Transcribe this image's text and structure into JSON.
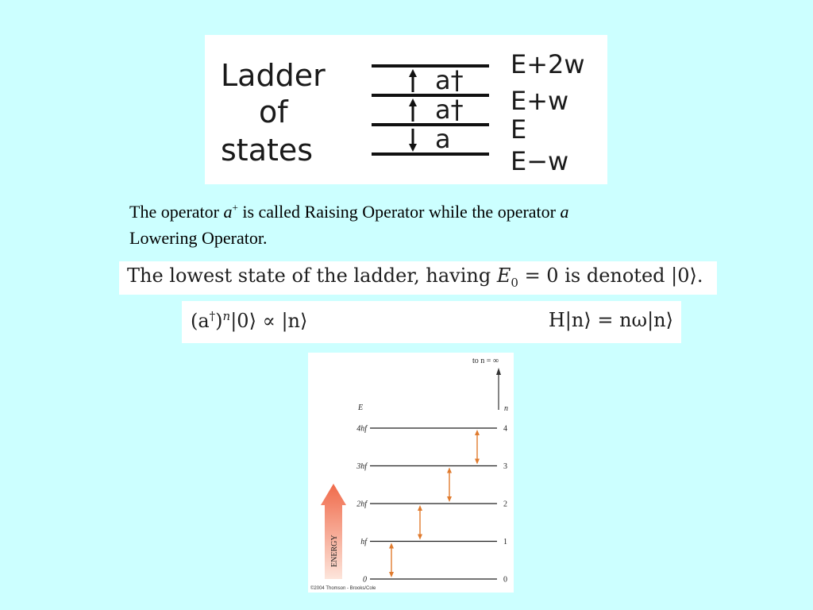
{
  "ladder_diagram": {
    "title_lines": [
      "Ladder",
      "of",
      "states"
    ],
    "operator_labels": [
      "a†",
      "a†",
      "a"
    ],
    "energy_labels": [
      "E+2w",
      "E+w",
      "E",
      "E−w"
    ]
  },
  "operator_text": {
    "part1": "The operator ",
    "raising_symbol": "a",
    "raising_sup": "+",
    "part2": " is called Raising Operator while the operator ",
    "lowering_symbol": "a",
    "part3": "Lowering Operator."
  },
  "lowest_state": {
    "prefix": "The lowest state of the ladder, having ",
    "energy_symbol": "E",
    "energy_sub": "0",
    "condition": " = 0 is denoted |0⟩."
  },
  "equations": {
    "left_open": "(a",
    "left_dagger": "†",
    "left_close": ")",
    "left_power": "n",
    "left_rest": "|0⟩ ∝ |n⟩",
    "right": "H|n⟩ = nω|n⟩"
  },
  "energy_diagram": {
    "top_label": "to n = ∞",
    "axis_label": "E",
    "quantum_label": "n",
    "energy_tick_labels": [
      "4hf",
      "3hf",
      "2hf",
      "hf",
      "0"
    ],
    "level_numbers": [
      "4",
      "3",
      "2",
      "1",
      "0"
    ],
    "arrow_label": "ENERGY",
    "copyright": "©2004 Thomson - Brooks/Cole",
    "colors": {
      "energy_arrow": "#f06a4a",
      "transition_arrow": "#e07b2e"
    }
  }
}
